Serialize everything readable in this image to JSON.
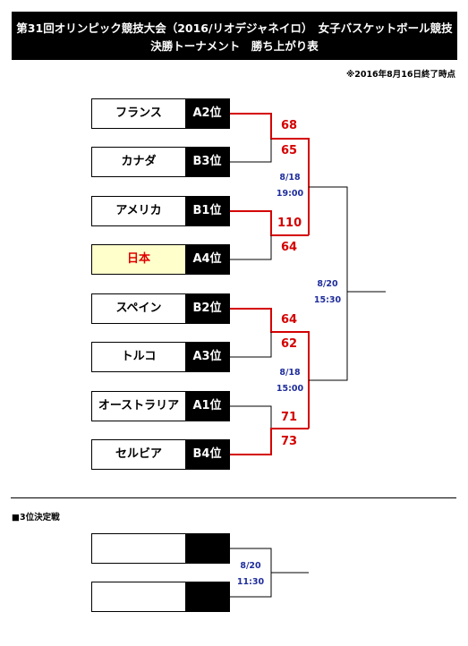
{
  "header": {
    "line1": "第31回オリンピック競技大会（2016/リオデジャネイロ）　女子バスケットボール競技",
    "line2": "決勝トーナメント　勝ち上がり表"
  },
  "note": "※2016年8月16日終了時点",
  "teams": [
    {
      "name": "フランス",
      "rank": "A2位"
    },
    {
      "name": "カナダ",
      "rank": "B3位"
    },
    {
      "name": "アメリカ",
      "rank": "B1位"
    },
    {
      "name": "日本",
      "rank": "A4位"
    },
    {
      "name": "スペイン",
      "rank": "B2位"
    },
    {
      "name": "トルコ",
      "rank": "A3位"
    },
    {
      "name": "オーストラリア",
      "rank": "A1位"
    },
    {
      "name": "セルビア",
      "rank": "B4位"
    }
  ],
  "scores": [
    "68",
    "65",
    "110",
    "64",
    "64",
    "62",
    "71",
    "73"
  ],
  "matches": {
    "qf_top": {
      "date": "8/18",
      "time": "19:00"
    },
    "qf_bottom": {
      "date": "8/18",
      "time": "15:00"
    },
    "sf": {
      "date": "8/20",
      "time": "15:30"
    },
    "third": {
      "date": "8/20",
      "time": "11:30"
    }
  },
  "third_place": {
    "title": "■3位決定戦"
  },
  "colors": {
    "win": "#d40000",
    "lose": "#000000",
    "date": "#1f2d9c",
    "highlight_bg": "#ffffcc"
  }
}
